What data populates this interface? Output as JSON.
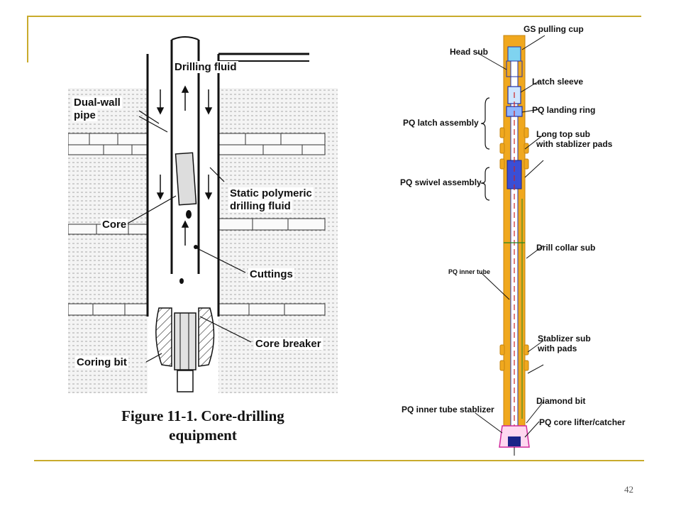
{
  "slide": {
    "page_number": "42"
  },
  "left_figure": {
    "caption_line1": "Figure 11-1. Core-drilling",
    "caption_line2": "equipment",
    "labels": {
      "drilling_fluid": "Drilling fluid",
      "dual_wall_1": "Dual-wall",
      "dual_wall_2": "pipe",
      "static_1": "Static polymeric",
      "static_2": "drilling fluid",
      "core": "Core",
      "cuttings": "Cuttings",
      "core_breaker": "Core breaker",
      "coring_bit": "Coring bit"
    }
  },
  "right_figure": {
    "labels": {
      "gs_pulling_cup": "GS pulling cup",
      "head_sub": "Head sub",
      "latch_sleeve": "Latch sleeve",
      "pq_landing_ring": "PQ landing ring",
      "pq_latch_assembly": "PQ latch assembly",
      "long_top_sub_1": "Long top sub",
      "long_top_sub_2": "with stablizer pads",
      "pq_swivel_assembly": "PQ swivel assembly",
      "drill_collar_sub": "Drill collar sub",
      "pq_inner_tube": "PQ inner tube",
      "stablizer_sub_1": "Stablizer sub",
      "stablizer_sub_2": "with pads",
      "diamond_bit": "Diamond bit",
      "pq_inner_tube_stablizer": "PQ inner tube stablizer",
      "pq_core_lifter": "PQ core lifter/catcher"
    }
  },
  "colors": {
    "frame": "#c9ab2c",
    "casing": "#f0a81e",
    "inner": "#2233aa"
  }
}
